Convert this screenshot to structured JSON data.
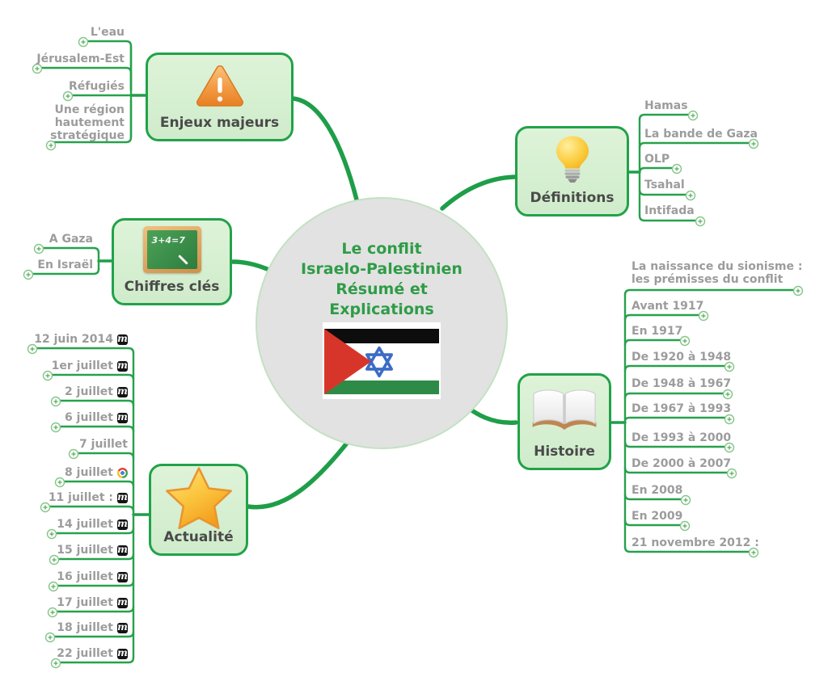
{
  "center": {
    "title_lines": [
      "Le conflit",
      "Israelo-Palestinien",
      "Résumé et",
      "Explications"
    ],
    "flag_name": "israel-palestine-flag"
  },
  "glyphs": {
    "lemonde": "m"
  },
  "branches": {
    "enjeux": {
      "label": "Enjeux majeurs",
      "icon": "warning-icon",
      "items": [
        {
          "label": "L'eau"
        },
        {
          "label": "Jérusalem-Est"
        },
        {
          "label": "Réfugiés"
        },
        {
          "label": "Une région hautement stratégique"
        }
      ]
    },
    "definitions": {
      "label": "Définitions",
      "icon": "lightbulb-icon",
      "items": [
        {
          "label": "Hamas"
        },
        {
          "label": "La bande de Gaza"
        },
        {
          "label": "OLP"
        },
        {
          "label": "Tsahal"
        },
        {
          "label": "Intifada"
        }
      ]
    },
    "chiffres": {
      "label": "Chiffres clés",
      "icon": "blackboard-icon",
      "board_text": "3+4=7",
      "items": [
        {
          "label": "A Gaza"
        },
        {
          "label": "En Israël"
        }
      ]
    },
    "actualite": {
      "label": "Actualité",
      "icon": "star-icon",
      "items": [
        {
          "label": "12 juin 2014",
          "icon": "lemonde-icon"
        },
        {
          "label": "1er juillet",
          "icon": "lemonde-icon"
        },
        {
          "label": "2 juillet",
          "icon": "lemonde-icon"
        },
        {
          "label": "6 juillet",
          "icon": "lemonde-icon"
        },
        {
          "label": "7 juillet",
          "icon": null
        },
        {
          "label": "8 juillet",
          "icon": "chrome-icon"
        },
        {
          "label": "11 juillet :",
          "icon": "lemonde-icon"
        },
        {
          "label": "14 juillet",
          "icon": "lemonde-icon"
        },
        {
          "label": "15 juillet",
          "icon": "lemonde-icon"
        },
        {
          "label": "16 juillet",
          "icon": "lemonde-icon"
        },
        {
          "label": "17 juillet",
          "icon": "lemonde-icon"
        },
        {
          "label": "18 juillet",
          "icon": "lemonde-icon"
        },
        {
          "label": "22 juillet",
          "icon": "lemonde-icon"
        }
      ]
    },
    "histoire": {
      "label": "Histoire",
      "icon": "open-book-icon",
      "items": [
        {
          "label": "La naissance du sionisme : les prémisses du conflit"
        },
        {
          "label": "Avant 1917"
        },
        {
          "label": "En 1917"
        },
        {
          "label": "De 1920 à 1948"
        },
        {
          "label": "De 1948 à 1967"
        },
        {
          "label": "De 1967 à 1993"
        },
        {
          "label": "De 1993 à 2000"
        },
        {
          "label": "De 2000 à 2007"
        },
        {
          "label": "En 2008"
        },
        {
          "label": "En 2009"
        },
        {
          "label": "21 novembre 2012 :"
        }
      ]
    }
  },
  "colors": {
    "branch_green": "#1e9e48",
    "node_fill": "#d8f1d2",
    "node_border": "#22a24a",
    "title_green": "#2f9c47",
    "subtopic_gray": "#9c9c9c",
    "node_label_gray": "#4a4a4a",
    "center_fill": "#e2e2e2"
  }
}
